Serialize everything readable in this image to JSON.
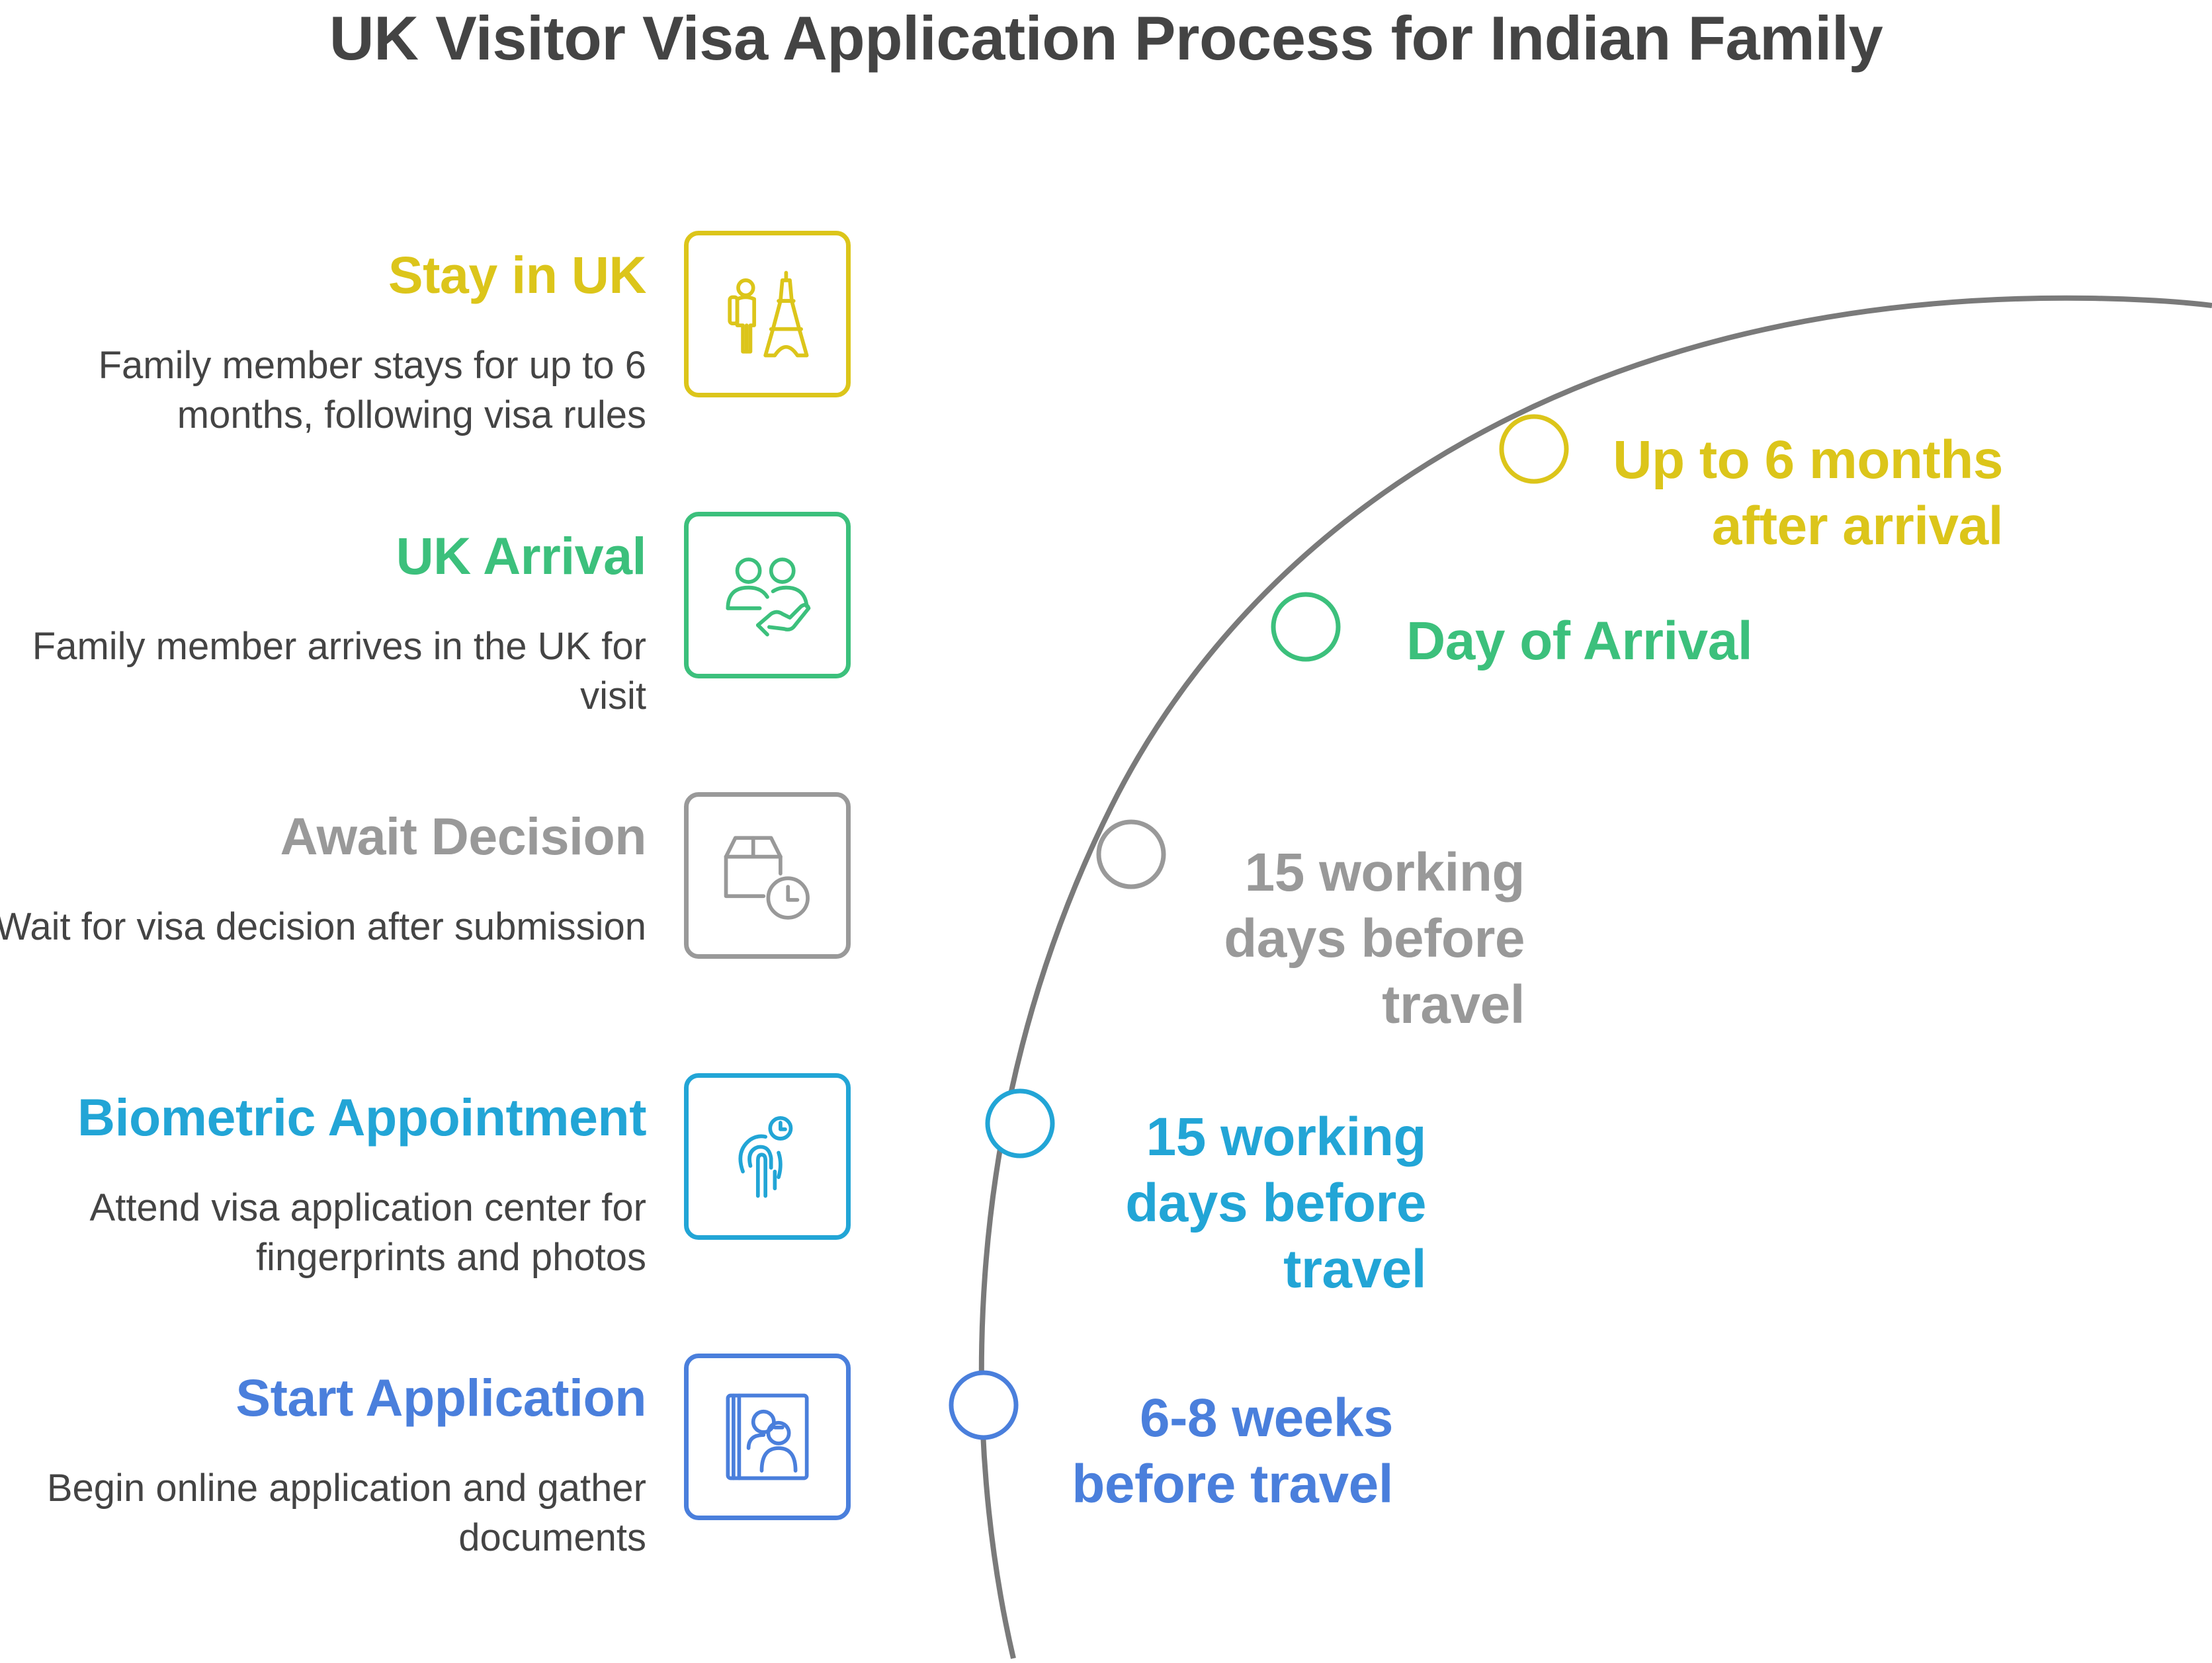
{
  "title": "UK Visitor Visa Application Process for Indian Family",
  "colors": {
    "stay": "#dcc51a",
    "arrival": "#3cc07c",
    "await": "#999999",
    "biometric": "#22a5d6",
    "start": "#4a7fdc",
    "curve": "#7a7a7a",
    "text": "#444444"
  },
  "steps": [
    {
      "title": "Stay in UK",
      "desc": "Family member stays for up to 6 months, following visa rules",
      "icon": "traveler-eiffel-tower-icon",
      "timing": "Up to 6 months after arrival"
    },
    {
      "title": "UK Arrival",
      "desc": "Family member arrives in the UK for visit",
      "icon": "people-handshake-icon",
      "timing": "Day of Arrival"
    },
    {
      "title": "Await Decision",
      "desc": "Wait for visa decision after submission",
      "icon": "box-clock-icon",
      "timing": "15 working days before travel"
    },
    {
      "title": "Biometric Appointment",
      "desc": "Attend visa application center for fingerprints and photos",
      "icon": "fingerprint-clock-icon",
      "timing": "15 working days before travel"
    },
    {
      "title": "Start Application",
      "desc": "Begin online application and gather documents",
      "icon": "passport-book-icon",
      "timing": "6-8 weeks before travel"
    }
  ]
}
